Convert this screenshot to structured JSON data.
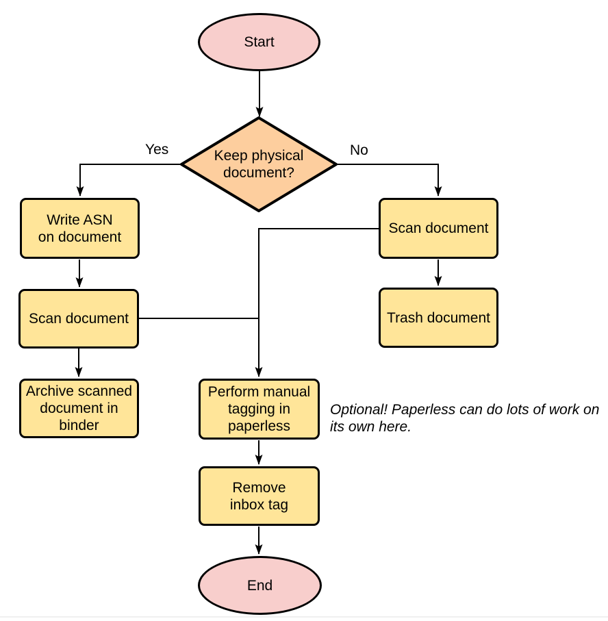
{
  "theme": {
    "background": "#ffffff",
    "terminal_fill": "#f8cecc",
    "decision_fill": "#fdce9e",
    "process_fill": "#ffe599",
    "stroke": "#000000",
    "divider": "#f0f0f0"
  },
  "nodes": {
    "start": {
      "type": "terminal",
      "label": "Start"
    },
    "decision": {
      "type": "decision",
      "label": "Keep physical\ndocument?"
    },
    "write_asn": {
      "type": "process",
      "label": "Write ASN\non document"
    },
    "scan_left": {
      "type": "process",
      "label": "Scan document"
    },
    "archive": {
      "type": "process",
      "label": "Archive scanned\ndocument in\nbinder"
    },
    "scan_right": {
      "type": "process",
      "label": "Scan document"
    },
    "trash": {
      "type": "process",
      "label": "Trash document"
    },
    "tagging": {
      "type": "process",
      "label": "Perform manual\ntagging in\npaperless"
    },
    "remove_inbox": {
      "type": "process",
      "label": "Remove\ninbox tag"
    },
    "end": {
      "type": "terminal",
      "label": "End"
    }
  },
  "edge_labels": {
    "yes": "Yes",
    "no": "No"
  },
  "note": {
    "text": "Optional! Paperless can do lots of work on\nits own here."
  }
}
